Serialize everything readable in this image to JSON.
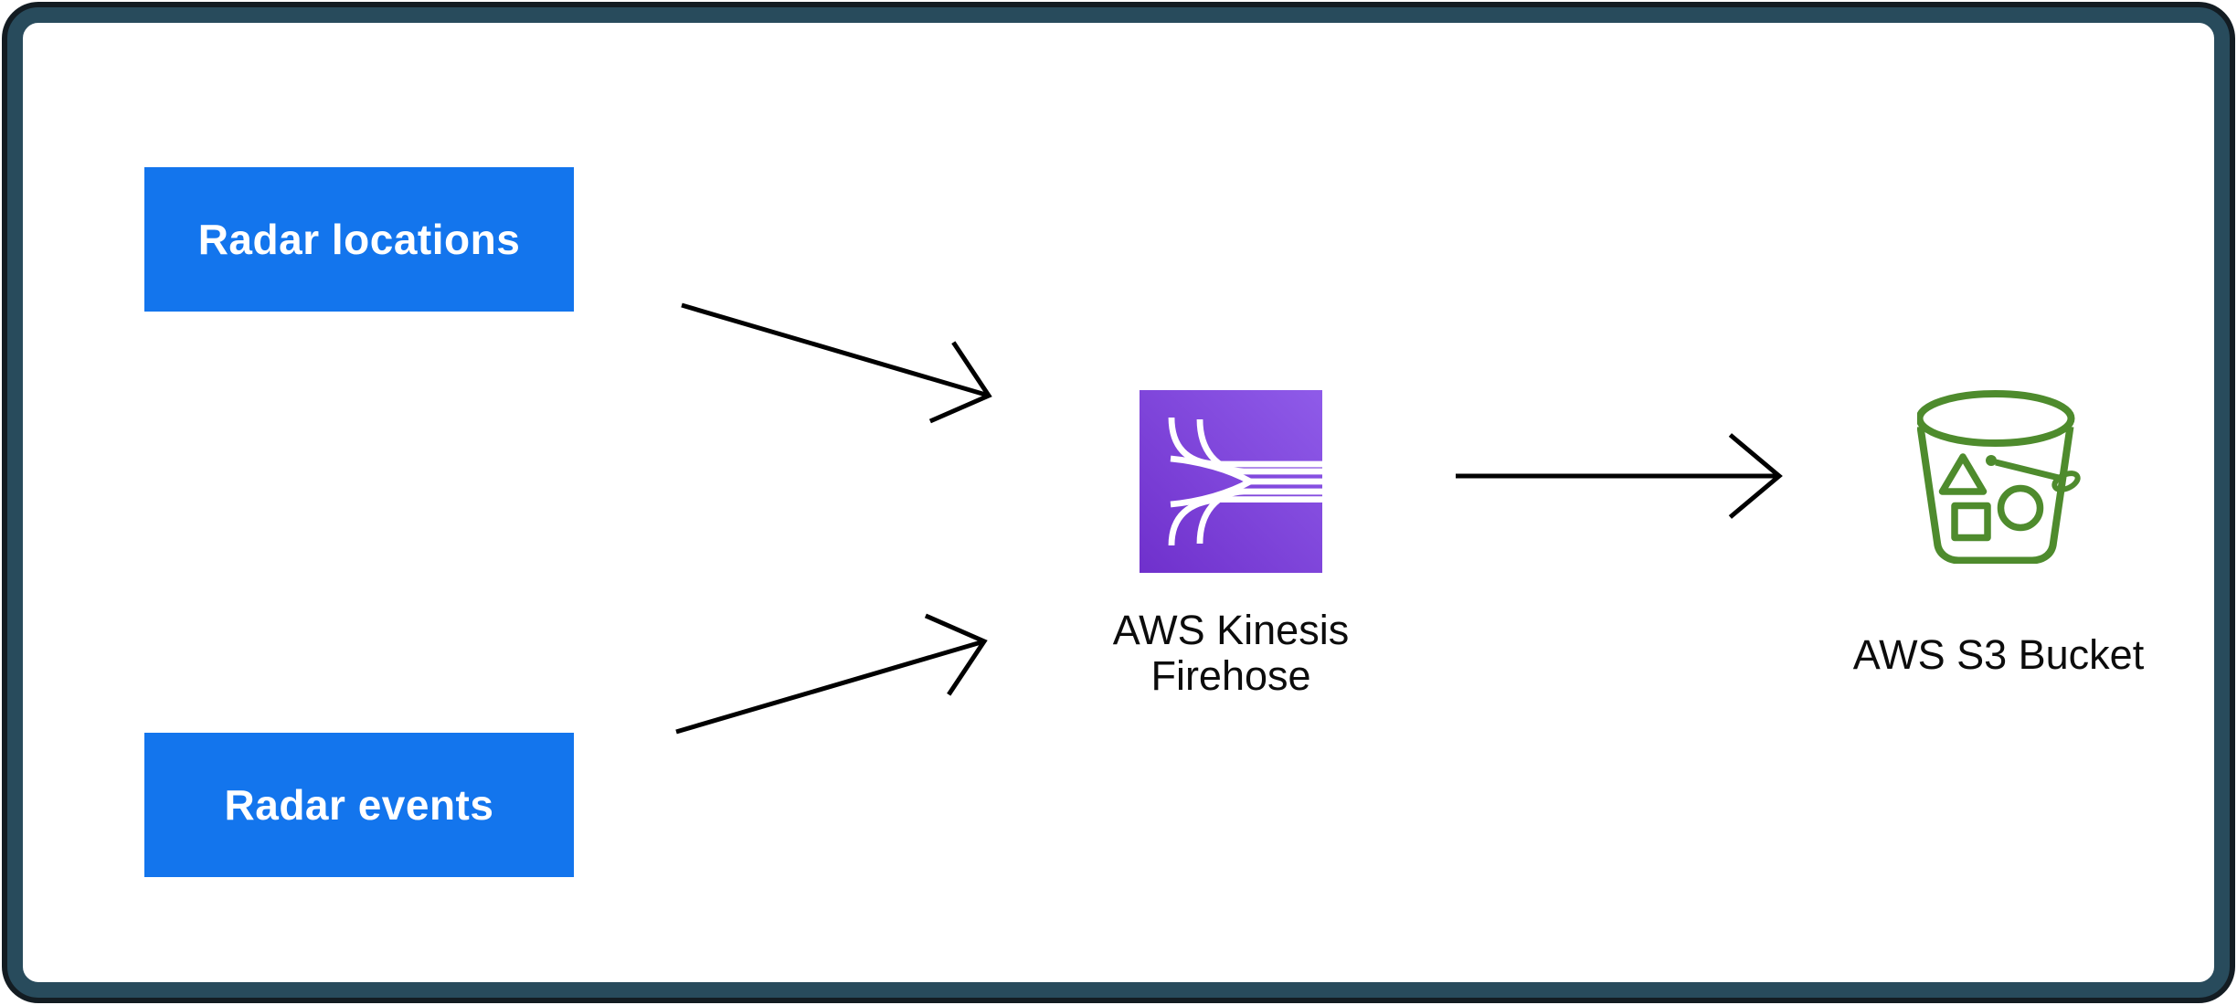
{
  "nodes": {
    "sources": [
      {
        "label": "Radar locations"
      },
      {
        "label": "Radar events"
      }
    ],
    "kinesis": {
      "icon": "kinesis-firehose-icon",
      "label_line1": "AWS Kinesis",
      "label_line2": "Firehose"
    },
    "s3": {
      "icon": "s3-bucket-icon",
      "label": "AWS S3 Bucket"
    }
  },
  "arrows": [
    {
      "name": "radar-locations-to-kinesis"
    },
    {
      "name": "radar-events-to-kinesis"
    },
    {
      "name": "kinesis-to-s3"
    }
  ],
  "colors": {
    "source_box": "#1375ED",
    "source_box_text": "#FFFFFF",
    "arrow": "#000000",
    "card_border": "#284B5C",
    "card_bg": "#FFFFFF",
    "label_text": "#0C0C0C",
    "kinesis_gradient_light": "#8F5BE9",
    "kinesis_gradient_dark": "#6F30CC",
    "kinesis_stroke": "#FFFFFF",
    "s3_green": "#4E8B2D"
  }
}
